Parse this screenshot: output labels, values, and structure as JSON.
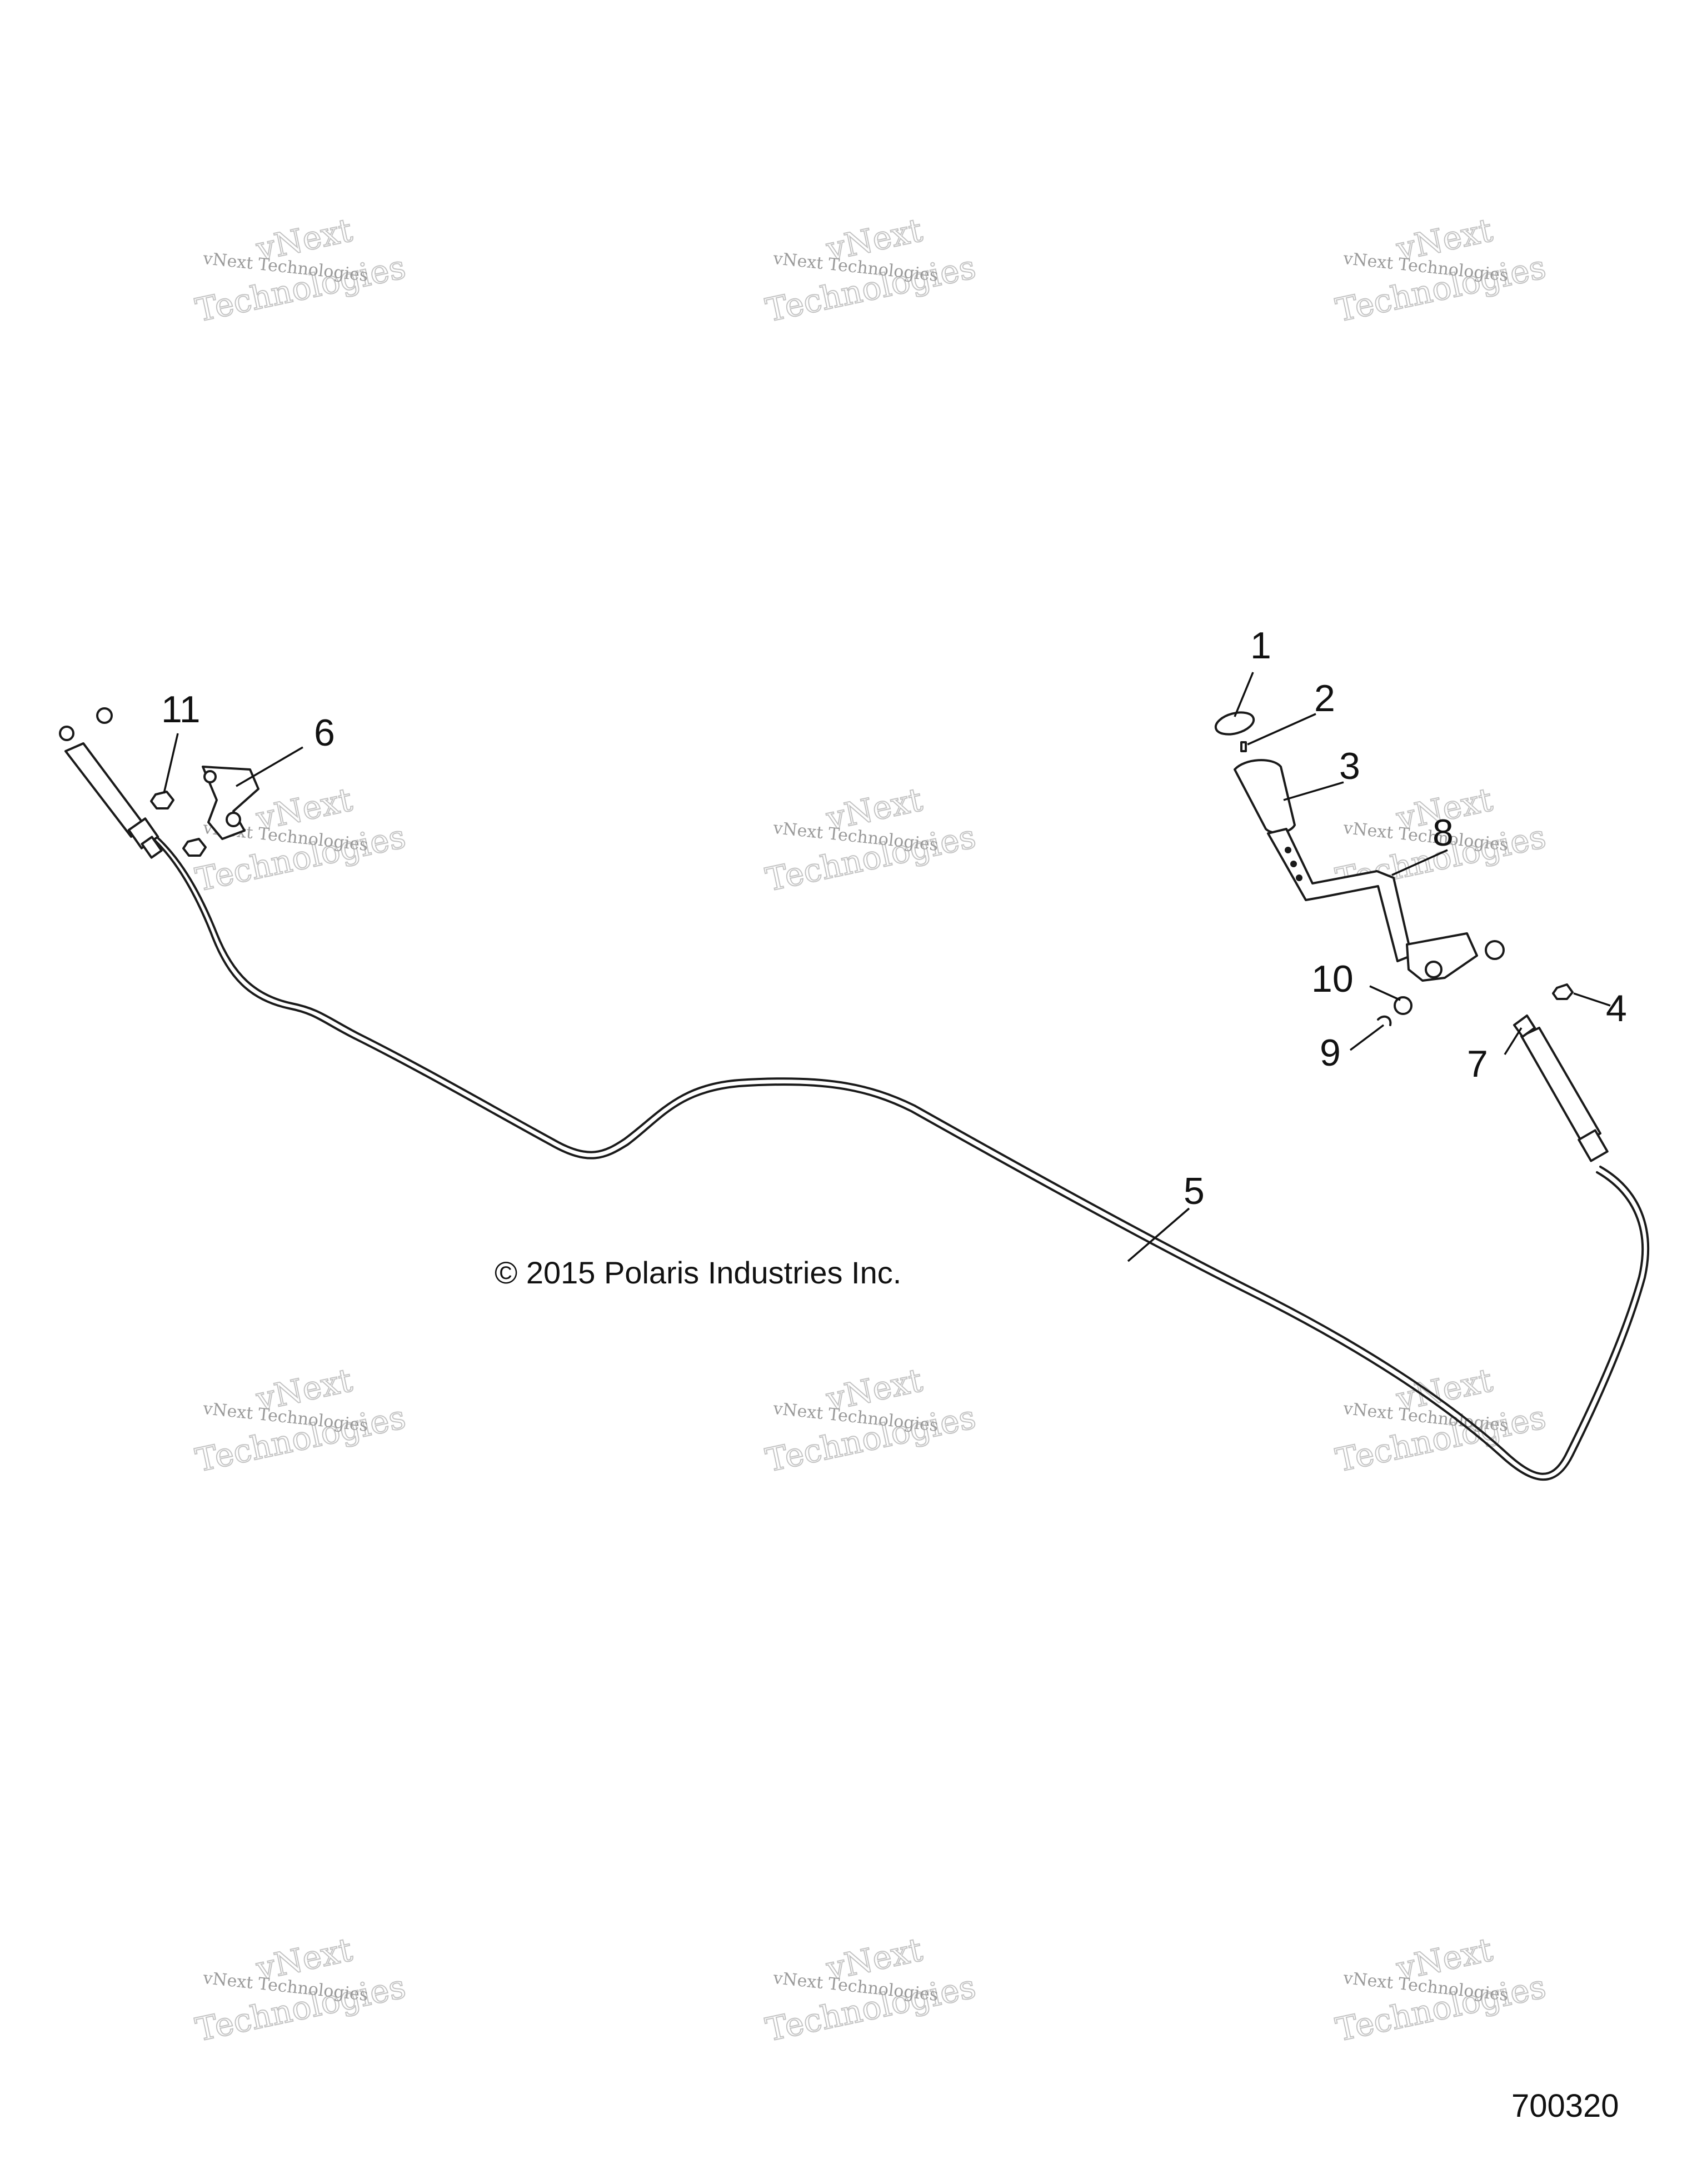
{
  "callouts": [
    {
      "id": "1",
      "label": "1"
    },
    {
      "id": "2",
      "label": "2"
    },
    {
      "id": "3",
      "label": "3"
    },
    {
      "id": "4",
      "label": "4"
    },
    {
      "id": "5",
      "label": "5"
    },
    {
      "id": "6",
      "label": "6"
    },
    {
      "id": "7",
      "label": "7"
    },
    {
      "id": "8",
      "label": "8"
    },
    {
      "id": "9",
      "label": "9"
    },
    {
      "id": "10",
      "label": "10"
    },
    {
      "id": "11",
      "label": "11"
    }
  ],
  "copyright": "© 2015 Polaris Industries Inc.",
  "drawing_number": "700320",
  "watermark": {
    "line1": "vNext",
    "line2": "vNext Technologies",
    "line3": "Technologies"
  }
}
